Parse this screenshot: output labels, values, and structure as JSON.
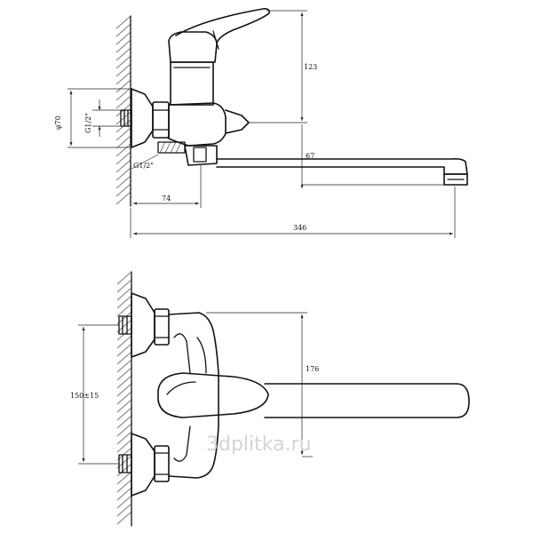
{
  "side_view": {
    "dim_height": "123",
    "dim_diameter": "φ70",
    "dim_thread_left": "G1/2\"",
    "dim_thread_bottom": "G1/2\"",
    "dim_offset": "74",
    "dim_spout_drop": "67",
    "dim_total_length": "346"
  },
  "top_view": {
    "dim_spout_reach": "176",
    "dim_centers": "150±15"
  },
  "watermark": "3dplitka.ru"
}
